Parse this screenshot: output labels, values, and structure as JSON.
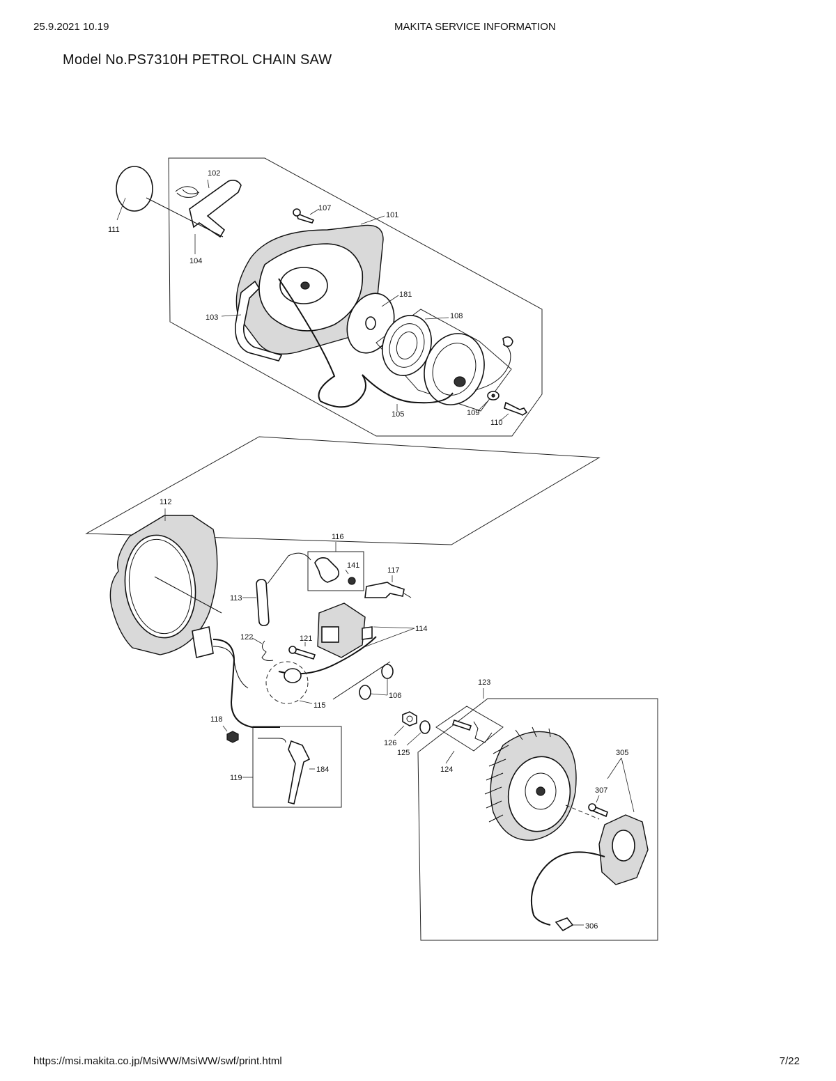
{
  "header": {
    "datetime": "25.9.2021 10.19",
    "site_title": "MAKITA SERVICE INFORMATION"
  },
  "document": {
    "title": "Model No.PS7310H PETROL CHAIN SAW"
  },
  "labels": {
    "p101": "101",
    "p102": "102",
    "p103": "103",
    "p104": "104",
    "p105": "105",
    "p107": "107",
    "p108": "108",
    "p109": "109",
    "p110": "110",
    "p111": "111",
    "p181": "181",
    "p112": "112",
    "p113": "113",
    "p114": "114",
    "p115": "115",
    "p116": "116",
    "p117": "117",
    "p118": "118",
    "p119": "119",
    "p121": "121",
    "p122": "122",
    "p123": "123",
    "p124": "124",
    "p125": "125",
    "p126": "126",
    "p106": "106",
    "p141": "141",
    "p184": "184",
    "p305": "305",
    "p306": "306",
    "p307": "307"
  },
  "footer": {
    "url": "https://msi.makita.co.jp/MsiWW/MsiWW/swf/print.html",
    "page": "7/22"
  }
}
